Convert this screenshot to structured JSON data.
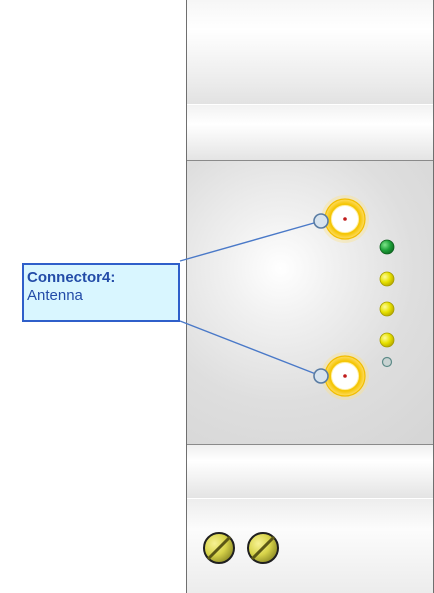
{
  "callout": {
    "title": "Connector4:",
    "subtitle": "Antenna"
  },
  "colors": {
    "callout_border": "#2f5fca",
    "callout_fill": "#d9f6ff",
    "connector_yellow": "#f4c400",
    "led_green": "#1fa33a",
    "led_yellow": "#e6e200",
    "led_off": "#c9d3d2",
    "screw_fill": "#d8d44a"
  },
  "connectors": [
    "antenna-connector-top",
    "antenna-connector-bottom"
  ],
  "indicators": [
    "green-led",
    "yellow-led",
    "yellow-led",
    "yellow-led",
    "inactive-led"
  ]
}
